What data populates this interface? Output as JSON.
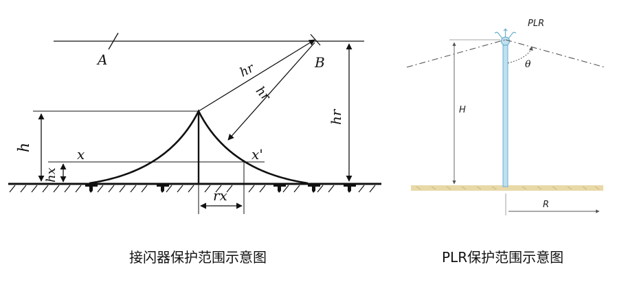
{
  "left_diagram": {
    "caption": "接闪器保护范围示意图",
    "labels": {
      "A": "A",
      "B": "B",
      "hr_top": "hr",
      "hr_mid": "hr",
      "hr_right": "hr",
      "h": "h",
      "hx": "hx",
      "x": "x",
      "x_prime": "x'",
      "rx": "rx"
    }
  },
  "right_diagram": {
    "caption": "PLR保护范围示意图",
    "labels": {
      "plr": "PLR",
      "theta": "θ",
      "H": "H",
      "R": "R"
    },
    "colors": {
      "mast": "#bfe0ef",
      "mast_edge": "#6aaed0",
      "ground": "#e8d9a8",
      "dash": "#555555"
    }
  }
}
